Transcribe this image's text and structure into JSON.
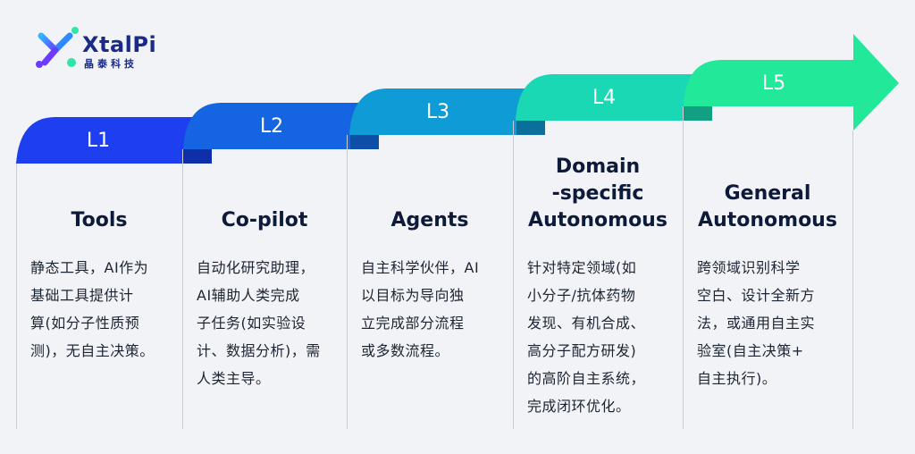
{
  "logo": {
    "brand": "XtalPi",
    "sub": "晶泰科技"
  },
  "colors": {
    "l1": "#1e3ff0",
    "l2": "#1565e3",
    "l3": "#0f9bd6",
    "l4": "#1ad8b4",
    "l5": "#22e89a",
    "l1_shadow": "#0f2fa8",
    "l2_shadow": "#0d4fa8",
    "l3_shadow": "#0a6f9a",
    "l4_shadow": "#12a084"
  },
  "levels": [
    {
      "label": "L1",
      "title": "Tools",
      "desc": "静态工具，AI作为\n基础工具提供计\n算(如分子性质预\n测)，无自主决策。"
    },
    {
      "label": "L2",
      "title": "Co-pilot",
      "desc": "自动化研究助理，\nAI辅助人类完成\n子任务(如实验设\n计、数据分析)，需\n人类主导。"
    },
    {
      "label": "L3",
      "title": "Agents",
      "desc": "自主科学伙伴，AI\n以目标为导向独\n立完成部分流程\n或多数流程。"
    },
    {
      "label": "L4",
      "title": "Domain\n-specific\nAutonomous",
      "desc": "针对特定领域(如\n小分子/抗体药物\n发现、有机合成、\n高分子配方研发)\n的高阶自主系统，\n完成闭环优化。"
    },
    {
      "label": "L5",
      "title": "General\nAutonomous",
      "desc": "跨领域识别科学\n空白、设计全新方\n法，或通用自主实\n验室(自主决策+\n自主执行)。"
    }
  ]
}
